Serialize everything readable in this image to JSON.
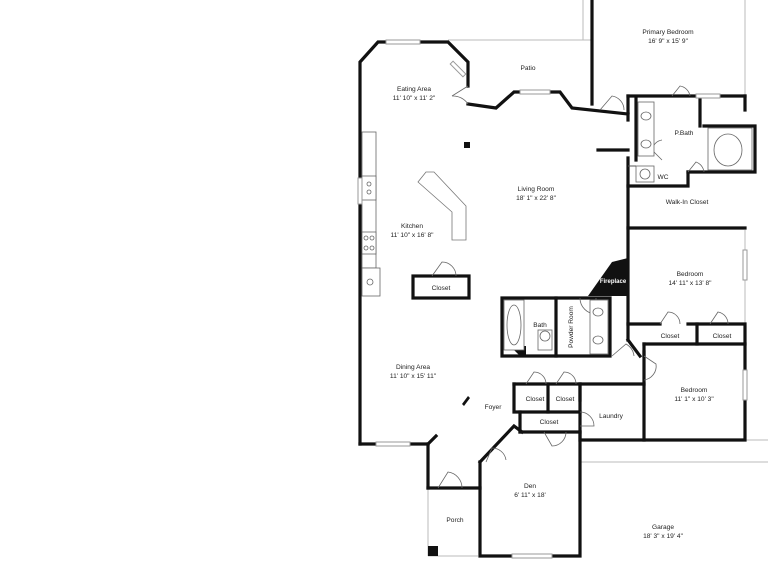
{
  "rooms": [
    {
      "id": "primary-bedroom",
      "name": "Primary Bedroom",
      "dims": "16' 9\" x 15' 9\""
    },
    {
      "id": "eating-area",
      "name": "Eating Area",
      "dims": "11' 10\" x 11' 2\""
    },
    {
      "id": "patio",
      "name": "Patio",
      "dims": ""
    },
    {
      "id": "p-bath",
      "name": "P.Bath",
      "dims": ""
    },
    {
      "id": "wc",
      "name": "WC",
      "dims": ""
    },
    {
      "id": "living-room",
      "name": "Living Room",
      "dims": "18' 1\" x 22' 8\""
    },
    {
      "id": "walk-in-closet",
      "name": "Walk-In Closet",
      "dims": ""
    },
    {
      "id": "kitchen",
      "name": "Kitchen",
      "dims": "11' 10\" x 16' 8\""
    },
    {
      "id": "fireplace",
      "name": "Fireplace",
      "dims": ""
    },
    {
      "id": "bedroom-1",
      "name": "Bedroom",
      "dims": "14' 11\" x 13' 8\""
    },
    {
      "id": "kitchen-closet",
      "name": "Closet",
      "dims": ""
    },
    {
      "id": "bath",
      "name": "Bath",
      "dims": ""
    },
    {
      "id": "powder-room",
      "name": "Powder Room",
      "dims": ""
    },
    {
      "id": "bedroom1-closet-a",
      "name": "Closet",
      "dims": ""
    },
    {
      "id": "bedroom1-closet-b",
      "name": "Closet",
      "dims": ""
    },
    {
      "id": "dining-area",
      "name": "Dining Area",
      "dims": "11' 10\" x 15' 11\""
    },
    {
      "id": "bedroom-2",
      "name": "Bedroom",
      "dims": "11' 1\" x 10' 3\""
    },
    {
      "id": "foyer-closet-a",
      "name": "Closet",
      "dims": ""
    },
    {
      "id": "foyer-closet-b",
      "name": "Closet",
      "dims": ""
    },
    {
      "id": "foyer",
      "name": "Foyer",
      "dims": ""
    },
    {
      "id": "laundry",
      "name": "Laundry",
      "dims": ""
    },
    {
      "id": "den-closet",
      "name": "Closet",
      "dims": ""
    },
    {
      "id": "den",
      "name": "Den",
      "dims": "6' 11\" x 18'"
    },
    {
      "id": "porch",
      "name": "Porch",
      "dims": ""
    },
    {
      "id": "garage",
      "name": "Garage",
      "dims": "18' 3\" x 19' 4\""
    }
  ]
}
